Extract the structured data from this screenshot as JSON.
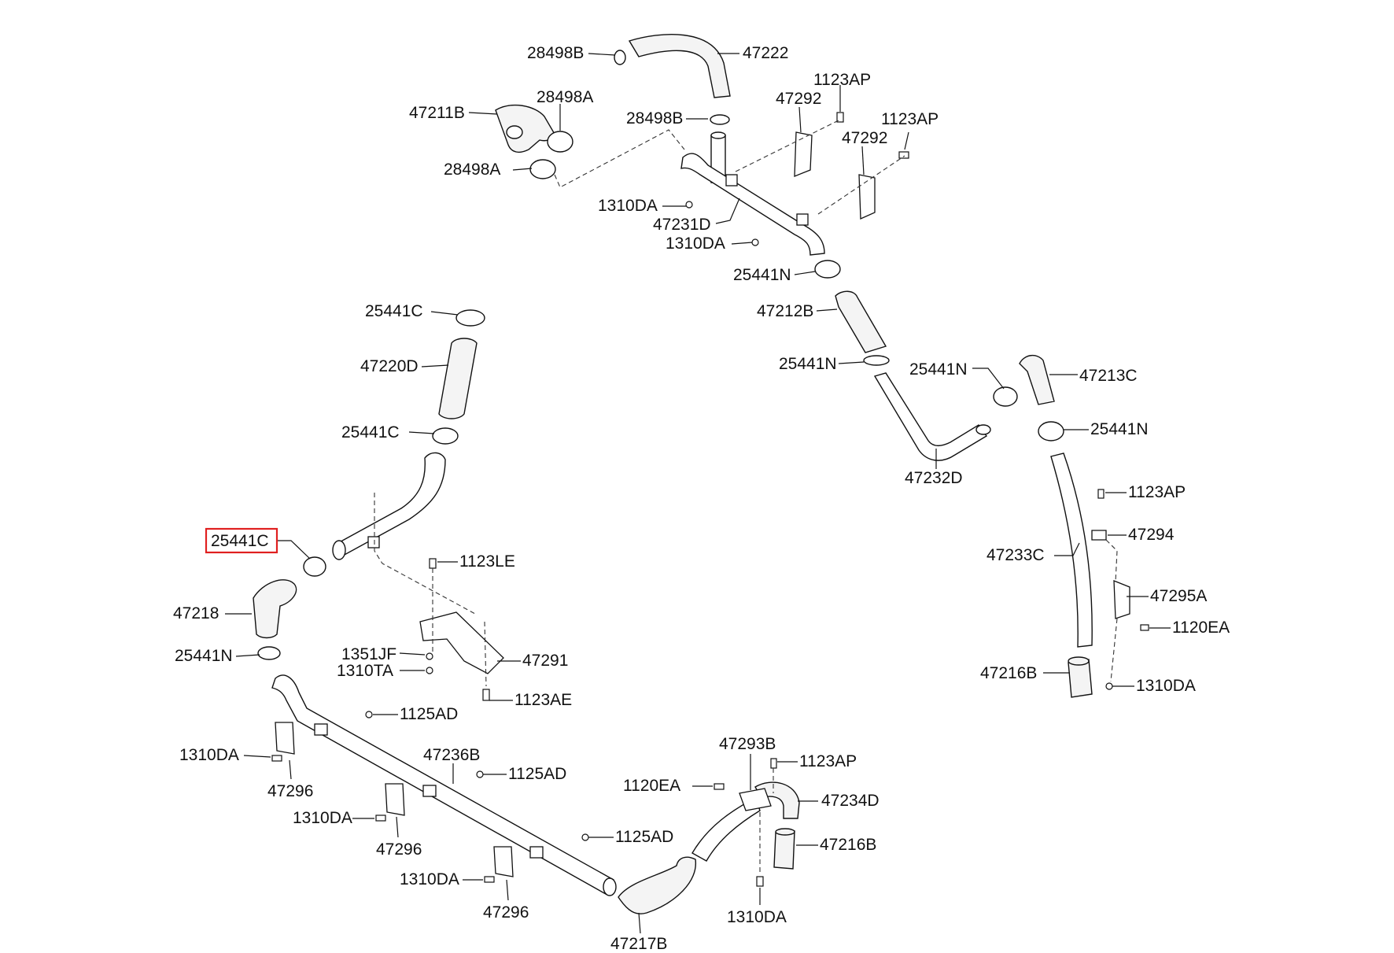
{
  "highlight_color": "#e02020",
  "highlighted_part": "25441C",
  "labels": {
    "l28498b_top": "28498B",
    "l47222": "47222",
    "l47211b": "47211B",
    "l28498a_top": "28498A",
    "l28498a_bot": "28498A",
    "l28498b_mid": "28498B",
    "l47292_a": "47292",
    "l1123ap_a": "1123AP",
    "l1123ap_b": "1123AP",
    "l47292_b": "47292",
    "l1310da_a": "1310DA",
    "l47231d": "47231D",
    "l1310da_b": "1310DA",
    "l25441n_a": "25441N",
    "l47212b": "47212B",
    "l25441n_b": "25441N",
    "l25441n_c": "25441N",
    "l47213c": "47213C",
    "l25441n_d": "25441N",
    "l47232d": "47232D",
    "l1123ap_c": "1123AP",
    "l47294": "47294",
    "l47233c": "47233C",
    "l47295a": "47295A",
    "l1120ea_a": "1120EA",
    "l47216b_a": "47216B",
    "l1310da_c": "1310DA",
    "l25441c_a": "25441C",
    "l47220d": "47220D",
    "l25441c_b": "25441C",
    "l25441c_hl": "25441C",
    "l1123le": "1123LE",
    "l47218": "47218",
    "l1351jf": "1351JF",
    "l1310ta": "1310TA",
    "l47291": "47291",
    "l25441n_e": "25441N",
    "l1123ae": "1123AE",
    "l1125ad_a": "1125AD",
    "l1310da_d": "1310DA",
    "l47236b": "47236B",
    "l1125ad_b": "1125AD",
    "l47296_a": "47296",
    "l1310da_e": "1310DA",
    "l47296_b": "47296",
    "l1125ad_c": "1125AD",
    "l1310da_f": "1310DA",
    "l47296_c": "47296",
    "l47293b": "47293B",
    "l1123ap_d": "1123AP",
    "l1120ea_b": "1120EA",
    "l47234d": "47234D",
    "l47216b_b": "47216B",
    "l1310da_g": "1310DA",
    "l47217b": "47217B"
  }
}
